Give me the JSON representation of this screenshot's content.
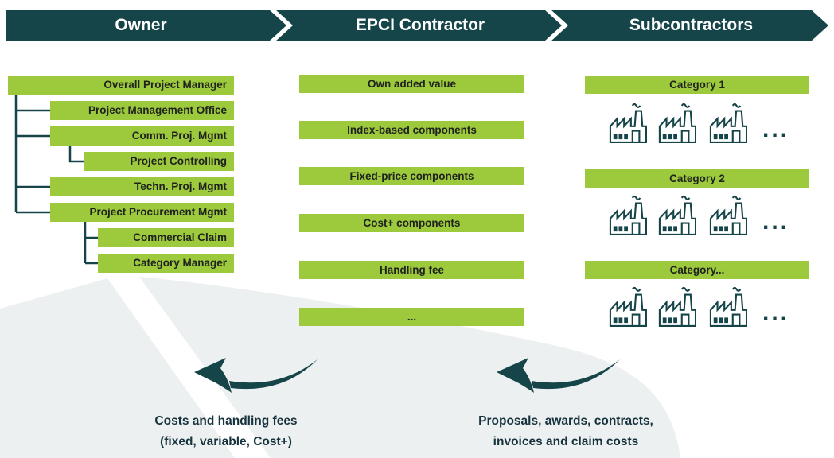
{
  "lanes": [
    {
      "title": "Owner"
    },
    {
      "title": "EPCI Contractor"
    },
    {
      "title": "Subcontractors"
    }
  ],
  "owner_org": {
    "boxes": [
      {
        "label": "Overall Project Manager"
      },
      {
        "label": "Project Management Office"
      },
      {
        "label": "Comm. Proj. Mgmt"
      },
      {
        "label": "Project Controlling"
      },
      {
        "label": "Techn. Proj. Mgmt"
      },
      {
        "label": "Project Procurement Mgmt"
      },
      {
        "label": "Commercial Claim"
      },
      {
        "label": "Category Manager"
      }
    ]
  },
  "epci": {
    "boxes": [
      {
        "label": "Own added value"
      },
      {
        "label": "Index-based components"
      },
      {
        "label": "Fixed-price components"
      },
      {
        "label": "Cost+ components"
      },
      {
        "label": "Handling fee"
      },
      {
        "label": "..."
      }
    ]
  },
  "subcontractors": {
    "categories": [
      {
        "label": "Category 1",
        "factory_count": 3,
        "ellipsis": "..."
      },
      {
        "label": "Category 2",
        "factory_count": 3,
        "ellipsis": "..."
      },
      {
        "label": "Category...",
        "factory_count": 3,
        "ellipsis": "..."
      }
    ]
  },
  "annotations": {
    "left": {
      "line1": "Costs and handling fees",
      "line2": "(fixed, variable, Cost+)"
    },
    "right": {
      "line1": "Proposals, awards, contracts,",
      "line2": "invoices and claim costs"
    }
  },
  "icons": {
    "factory": "factory-icon",
    "flow_arrow": "curved-left-arrow-icon"
  },
  "colors": {
    "teal": "#164549",
    "green": "#9dc93d",
    "wave_gray": "#edf0f1",
    "box_text": "#1f221e",
    "note_text": "#16333d"
  }
}
